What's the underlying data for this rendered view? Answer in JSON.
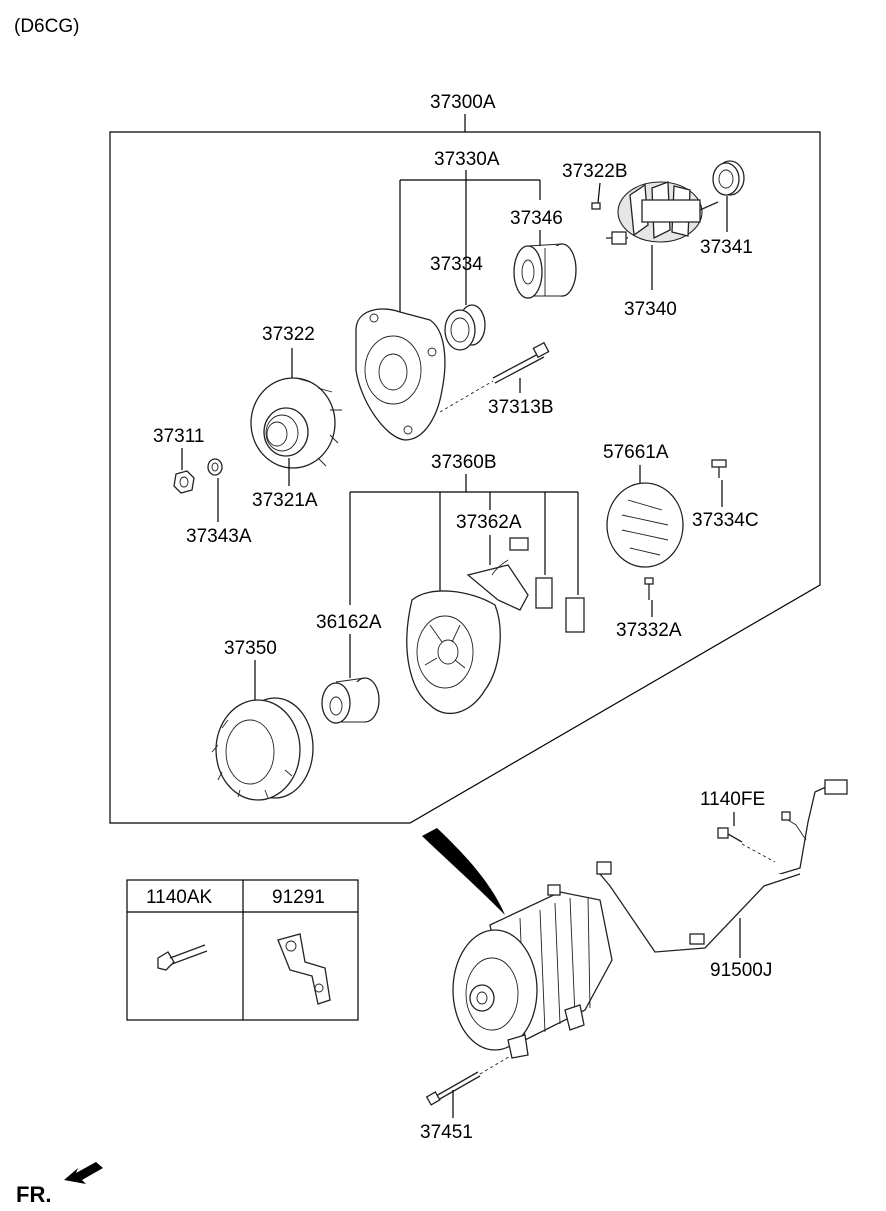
{
  "engine_code": "(D6CG)",
  "direction": "FR.",
  "table": {
    "headers": [
      "1140AK",
      "91291"
    ]
  },
  "parts": {
    "assembly": "37300A",
    "p37330A": "37330A",
    "p37322B": "37322B",
    "p37346": "37346",
    "p37334": "37334",
    "p37341": "37341",
    "p37340": "37340",
    "p37322": "37322",
    "p37313B": "37313B",
    "p37311": "37311",
    "p37321A": "37321A",
    "p37343A": "37343A",
    "p37360B": "37360B",
    "p57661A": "57661A",
    "p37362A": "37362A",
    "p37334C": "37334C",
    "p36162A": "36162A",
    "p37332A": "37332A",
    "p37350": "37350",
    "p1140FE": "1140FE",
    "p91500J": "91500J",
    "p37451": "37451"
  }
}
